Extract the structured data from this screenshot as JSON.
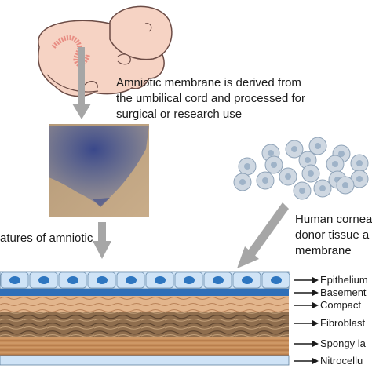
{
  "caption_top": {
    "line1": "Amniotic membrane is derived from",
    "line2": "the umbilical cord and processed for",
    "line3": "surgical or research use"
  },
  "caption_left": "atures of amniotic",
  "caption_right": {
    "line1": "Human cornea",
    "line2": "donor tissue a",
    "line3": "membrane"
  },
  "layers": [
    {
      "label": "Epithelium",
      "color": "#cfe3f6"
    },
    {
      "label": "Basement",
      "color": "#2f6fb8"
    },
    {
      "label": "Compact",
      "color": "#d9a77a"
    },
    {
      "label": "Fibroblast",
      "color": "#8b6a4a"
    },
    {
      "label": "Spongy la",
      "color": "#c78e5a"
    },
    {
      "label": "Nitrocellu",
      "color": "#cfe3f6"
    }
  ],
  "colors": {
    "arrow": "#a6a6a6",
    "fetus_skin": "#f6d3c4",
    "fetus_outline": "#6b4b45",
    "cord": "#e88e84",
    "cell_fill": "#cfd8e2",
    "cell_nucleus": "#2e76c0"
  }
}
